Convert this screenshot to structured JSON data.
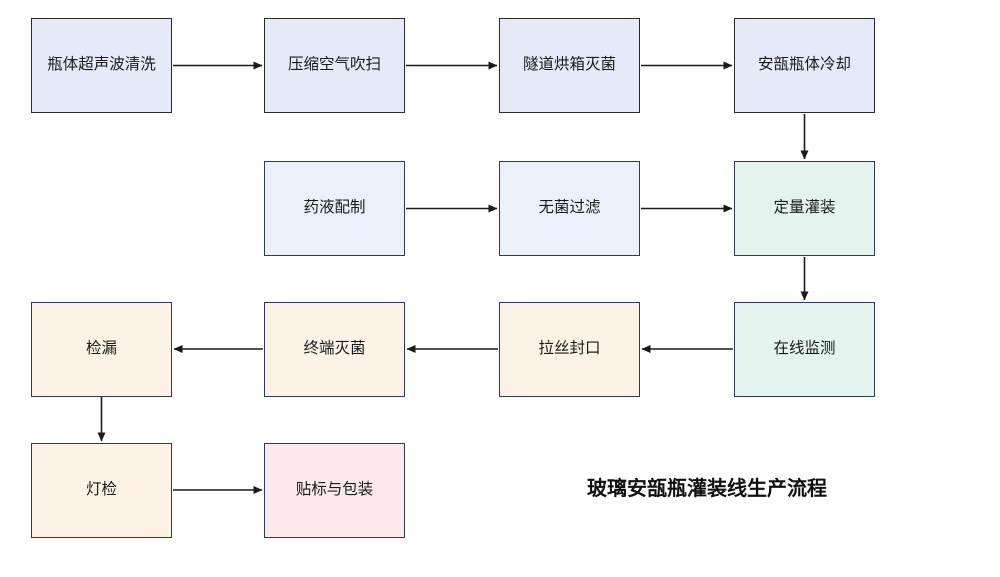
{
  "diagram": {
    "title": "玻璃安瓿瓶灌装线生产流程",
    "nodes": {
      "ultrasonic_cleaning": {
        "label": "瓶体超声波清洗",
        "fill": "#e6e9f8"
      },
      "compressed_air_blowing": {
        "label": "压缩空气吹扫",
        "fill": "#e6e9f8"
      },
      "tunnel_oven_sterilize": {
        "label": "隧道烘箱灭菌",
        "fill": "#e6e9f8"
      },
      "ampoule_cooling": {
        "label": "安瓿瓶体冷却",
        "fill": "#e6e9f8"
      },
      "solution_preparation": {
        "label": "药液配制",
        "fill": "#eaf1fb"
      },
      "sterile_filtration": {
        "label": "无菌过滤",
        "fill": "#eaf1fb"
      },
      "quantitative_filling": {
        "label": "定量灌装",
        "fill": "#e4f3ee"
      },
      "leak_detection": {
        "label": "检漏",
        "fill": "#fcf3e6"
      },
      "terminal_sterilization": {
        "label": "终端灭菌",
        "fill": "#fcf3e6"
      },
      "wire_drawn_sealing": {
        "label": "拉丝封口",
        "fill": "#fcf3e6"
      },
      "online_monitoring": {
        "label": "在线监测",
        "fill": "#e4f3ee"
      },
      "light_inspection": {
        "label": "灯检",
        "fill": "#fcf3e6"
      },
      "labeling_packaging": {
        "label": "贴标与包装",
        "fill": "#fbe9ec"
      }
    },
    "edges": [
      {
        "from": "ultrasonic_cleaning",
        "to": "compressed_air_blowing"
      },
      {
        "from": "compressed_air_blowing",
        "to": "tunnel_oven_sterilize"
      },
      {
        "from": "tunnel_oven_sterilize",
        "to": "ampoule_cooling"
      },
      {
        "from": "ampoule_cooling",
        "to": "quantitative_filling"
      },
      {
        "from": "solution_preparation",
        "to": "sterile_filtration"
      },
      {
        "from": "sterile_filtration",
        "to": "quantitative_filling"
      },
      {
        "from": "quantitative_filling",
        "to": "online_monitoring"
      },
      {
        "from": "online_monitoring",
        "to": "wire_drawn_sealing"
      },
      {
        "from": "wire_drawn_sealing",
        "to": "terminal_sterilization"
      },
      {
        "from": "terminal_sterilization",
        "to": "leak_detection"
      },
      {
        "from": "leak_detection",
        "to": "light_inspection"
      },
      {
        "from": "light_inspection",
        "to": "labeling_packaging"
      }
    ],
    "colors": {
      "row1_fill": "#e6e9f8",
      "row1_border": "#2b2b2b",
      "node_border": "#2c3866",
      "lightblue_fill": "#eaf1fb",
      "mint_fill": "#e4f3ee",
      "peach_fill": "#fcf3e6",
      "pink_fill": "#fbe9ec",
      "arrow": "#1a1a1a",
      "text": "#1a1a1a"
    }
  }
}
